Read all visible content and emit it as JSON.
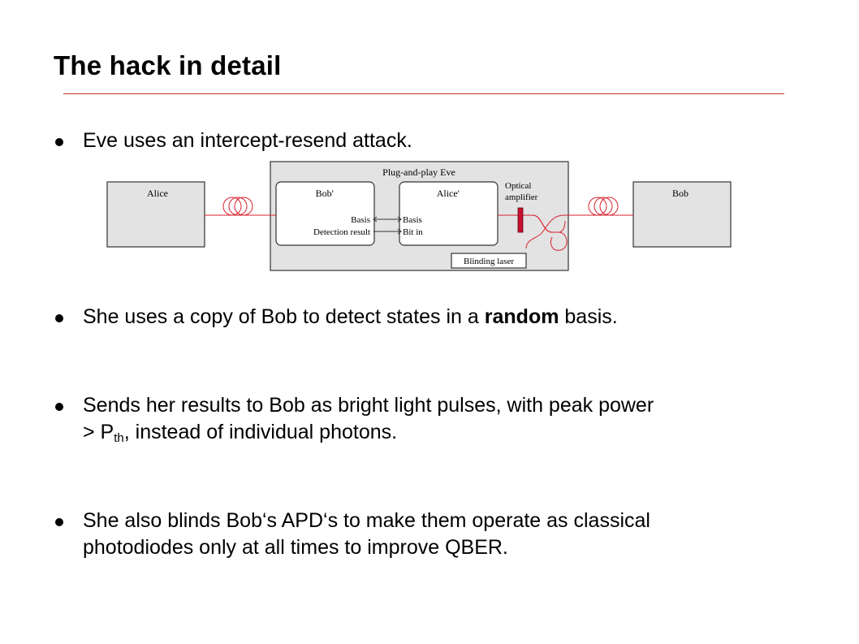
{
  "slide": {
    "title": "The hack in detail",
    "bullets": [
      {
        "text": "Eve uses an intercept-resend attack."
      },
      {
        "pre": "She uses a copy of Bob to detect states in a ",
        "bold": "random",
        "post": " basis."
      },
      {
        "line1": "Sends her results to Bob as bright light pulses, with peak power",
        "line2_pre": "> P",
        "line2_sub": "th",
        "line2_post": ", instead of individual photons."
      },
      {
        "line1": "She also blinds Bob‘s APD‘s to make them operate as classical",
        "line2": "photodiodes only at all times to improve QBER."
      }
    ]
  },
  "diagram": {
    "eve_label": "Plug-and-play Eve",
    "alice_label": "Alice",
    "bob_label": "Bob",
    "bob_prime_label": "Bob′",
    "alice_prime_label": "Alice′",
    "basis_left": "Basis",
    "detection_result": "Detection result",
    "basis_right": "Basis",
    "bit_in": "Bit in",
    "optical_amplifier_line1": "Optical",
    "optical_amplifier_line2": "amplifier",
    "blinding_laser": "Blinding laser",
    "colors": {
      "fiber": "#d9232e",
      "box_fill": "#e3e3e3",
      "box_stroke": "#333333",
      "amplifier": "#c8102e"
    }
  }
}
